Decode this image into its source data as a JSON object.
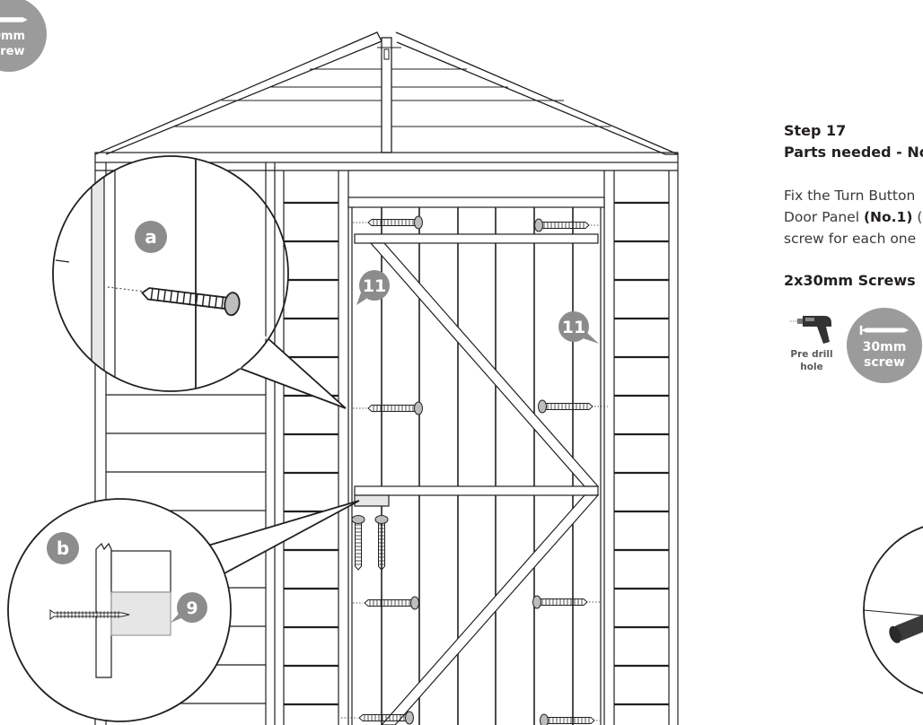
{
  "step": {
    "title": "Step 17",
    "parts_needed": "Parts needed - No"
  },
  "instructions": {
    "line1": "Fix the Turn Button",
    "line2_pre": "Door Panel ",
    "line2_bold": "(No.1)",
    "line2_post": " (",
    "line3": "screw for each one"
  },
  "screws": {
    "heading": "2x30mm Screws",
    "predrill_label_1": "Pre drill",
    "predrill_label_2": "hole",
    "badge_line1": "30mm",
    "badge_line2": "screw"
  },
  "corner_badge": {
    "line1": "0mm",
    "line2": "crew"
  },
  "callouts": {
    "a": "a",
    "b": "b"
  },
  "part_markers": {
    "left": "11",
    "right": "11",
    "turn_button": "9"
  },
  "colors": {
    "line": "#231f20",
    "badge_grey": "#9b9b9b",
    "marker_grey": "#8c8c8c",
    "part_fill": "#e6e6e6",
    "white": "#ffffff"
  },
  "icons": {
    "screw": "screw-icon",
    "drill": "drill-icon"
  }
}
